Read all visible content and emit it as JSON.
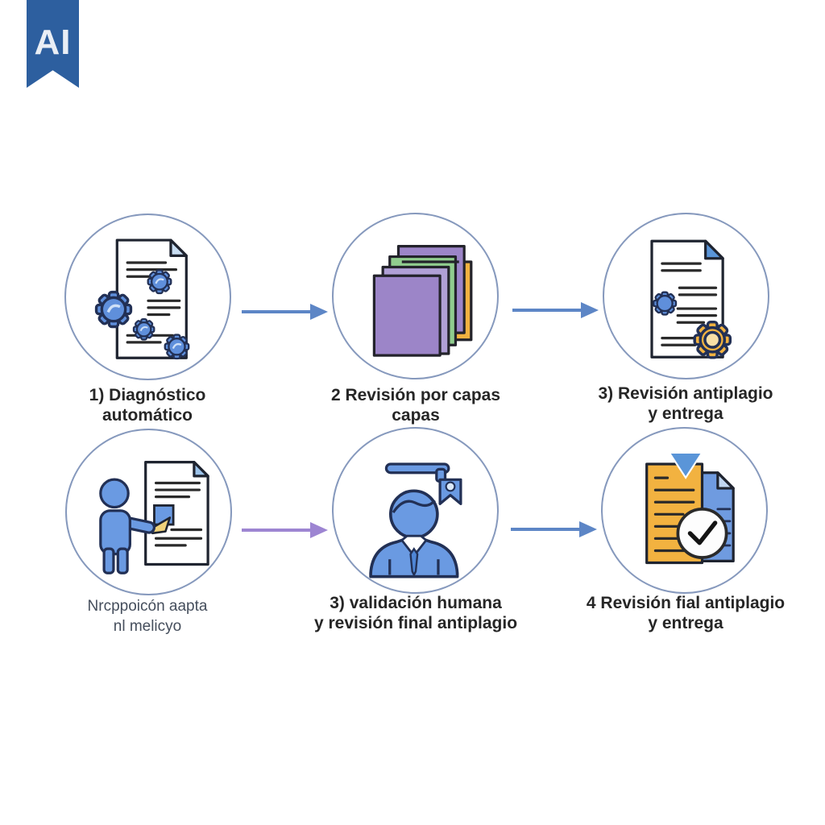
{
  "badge": {
    "label": "AI"
  },
  "colors": {
    "badge_bg": "#2d5f9f",
    "circle_stroke": "#8699bd",
    "outline_dark": "#1f2430",
    "gear_blue": "#5f8fdb",
    "gear_outline": "#223055",
    "fold_blue": "#5a95d8",
    "fold_light": "#c8ddf2",
    "paper_purple": "#9c85c8",
    "paper_purple_light": "#b0a0d6",
    "paper_green": "#90cd8e",
    "paper_orange": "#f2b240",
    "person_blue": "#6a9ae2",
    "doc_orange": "#f2b240",
    "doc_blue": "#6f9be0",
    "tie_blue": "#4f86d6",
    "check_ink": "#141414",
    "arrow_blue": "#5d86c6",
    "arrow_purple": "#9d85d2",
    "label_ink": "#262626"
  },
  "steps": [
    {
      "icon": "document-gears-icon",
      "line1": "1) Diagnóstico",
      "line2": "automático"
    },
    {
      "icon": "layered-papers-icon",
      "line1": "2 Revisión por capas",
      "line2": "capas"
    },
    {
      "icon": "document-antiplagiarism-icon",
      "line1": "3) Revisión antiplagio",
      "line2": "y entrega"
    },
    {
      "icon": "person-document-icon",
      "line1": "Nrcppoicón aapta",
      "line2": "nl melicyo"
    },
    {
      "icon": "graduate-reviewer-icon",
      "line1": "3) validación humana",
      "line2": "y revisión final antiplagio"
    },
    {
      "icon": "documents-check-icon",
      "line1": "4 Revisión fial antiplagio",
      "line2": "y entrega"
    }
  ],
  "arrows": [
    {
      "direction": "right",
      "color": "#5d86c6"
    },
    {
      "direction": "right",
      "color": "#5d86c6"
    },
    {
      "direction": "right",
      "color": "#9d85d2"
    },
    {
      "direction": "right",
      "color": "#5d86c6"
    }
  ]
}
